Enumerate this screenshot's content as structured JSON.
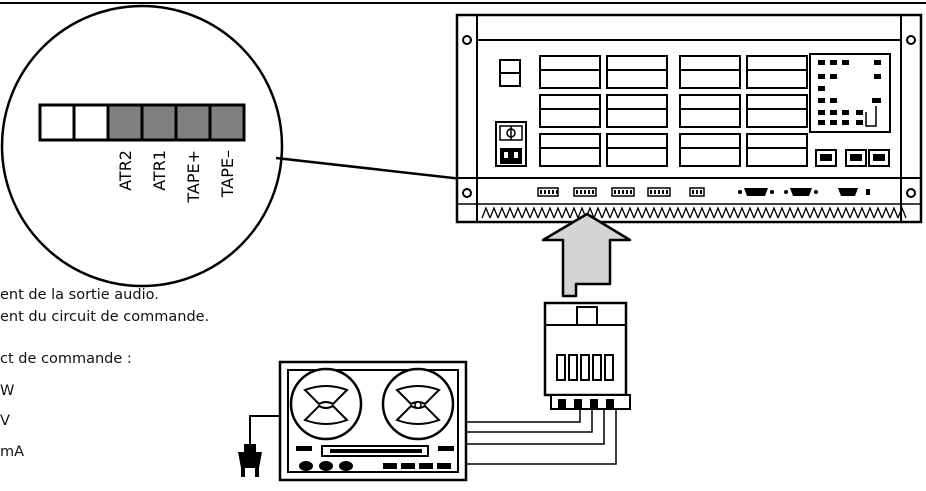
{
  "terminals": [
    {
      "label": "",
      "fill": "#ffffff"
    },
    {
      "label": "",
      "fill": "#ffffff"
    },
    {
      "label": "ATR2",
      "fill": "#808080"
    },
    {
      "label": "ATR1",
      "fill": "#808080"
    },
    {
      "label": "TAPE+",
      "fill": "#808080"
    },
    {
      "label": "TAPE–",
      "fill": "#808080"
    }
  ],
  "captions": {
    "line1": "ent de la sortie audio.",
    "line2": "ent du circuit de commande.",
    "line3": "ct  de commande :",
    "line4": "W",
    "line5": "V",
    "line6": "mA"
  },
  "colors": {
    "line": "#000000",
    "terminal_active": "#808080",
    "panel_bg": "#ffffff",
    "arrow_fill": "#d4d4d4"
  },
  "icons": {
    "power_plug": "power-plug-icon",
    "connector": "terminal-connector-icon",
    "tape_recorder": "reel-to-reel-tape-recorder-icon",
    "rack": "rack-unit-front-panel",
    "arrow": "insert-arrow-icon"
  }
}
